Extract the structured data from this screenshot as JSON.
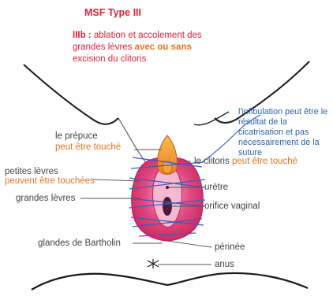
{
  "title": "MSF Type III",
  "description": {
    "code": "IIIb :",
    "text_before": " ablation et accolement des grandes lèvres ",
    "highlight": "avec ou sans",
    "text_after": " excision du clitoris"
  },
  "annotation": "l'infibulation peut être le résultat de la cicatrisation et pas nécessairement de la suture",
  "labels": {
    "prepuce": "le prépuce",
    "prepuce_note": "peut être touché",
    "petites_levres": "petites lèvres",
    "petites_levres_note": "peuvent être touchées",
    "grandes_levres": "grandes lèvres",
    "bartholin": "glandes de Bartholin",
    "clitoris": "le clitoris",
    "clitoris_note": "peut être touché",
    "uretre": "urètre",
    "orifice": "orifice vaginal",
    "perinee": "périnée",
    "anus": "anus"
  },
  "colors": {
    "title": "#e0233a",
    "note_orange": "#e8741e",
    "annotation_blue": "#2a63b0",
    "suture_blue": "#3a5fb8",
    "tissue_pink": "#d8356a",
    "outline": "#1a1a1a"
  }
}
